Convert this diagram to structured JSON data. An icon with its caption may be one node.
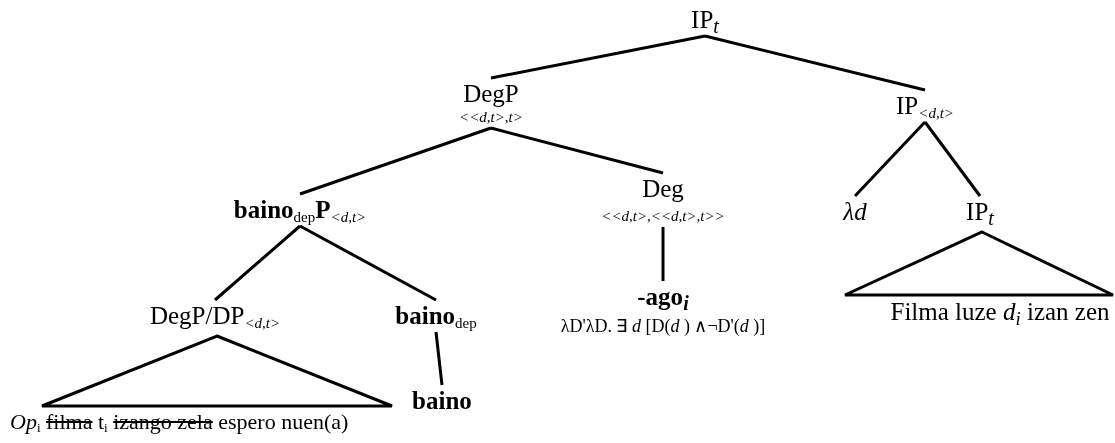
{
  "diagram": {
    "nodes": [
      {
        "text": [
          "IP$_{t}$"
        ]
      },
      {
        "text": [
          "DegP",
          "<<d,t>,t>"
        ]
      },
      {
        "text": [
          "IP$_{<d,t>}$"
        ]
      },
      {
        "text": [
          "baino$_{dep}$P$_{<d,t>}$"
        ]
      },
      {
        "text": [
          "Deg",
          "<<d,t>,<<d,t>,t>>"
        ]
      },
      {
        "text": [
          "λd"
        ]
      },
      {
        "text": [
          "IP$_{t}$"
        ]
      },
      {
        "text": [
          "DegP/DP$_{<d,t>}$"
        ]
      },
      {
        "text": [
          "baino$_{dep}$"
        ]
      },
      {
        "text": [
          "*Op*$_{i}$",
          "filma",
          "t$_{i}$",
          "izango zela",
          "espero nuen(a)"
        ]
      },
      {
        "text": [
          "baino"
        ]
      },
      {
        "text": [
          "-ago$_{i}$",
          "λD'λD. ∃ *d* [D(*d* ) ∧¬D'(*d* )]"
        ]
      },
      {
        "text": [
          "Filma luze *d*$_{i}$ izan zen"
        ]
      }
    ],
    "edges": [
      {
        "from": 0,
        "to": 1,
        "arrow": "none"
      },
      {
        "from": 0,
        "to": 2,
        "arrow": "none"
      },
      {
        "from": 1,
        "to": 3,
        "arrow": "none"
      },
      {
        "from": 1,
        "to": 4,
        "arrow": "none"
      },
      {
        "from": 2,
        "to": 5,
        "arrow": "none"
      },
      {
        "from": 2,
        "to": 6,
        "arrow": "none"
      },
      {
        "from": 3,
        "to": 7,
        "arrow": "none"
      },
      {
        "from": 3,
        "to": 8,
        "arrow": "none"
      },
      {
        "from": 8,
        "to": 10,
        "arrow": "none"
      },
      {
        "from": 4,
        "to": 11,
        "arrow": "none"
      }
    ]
  }
}
